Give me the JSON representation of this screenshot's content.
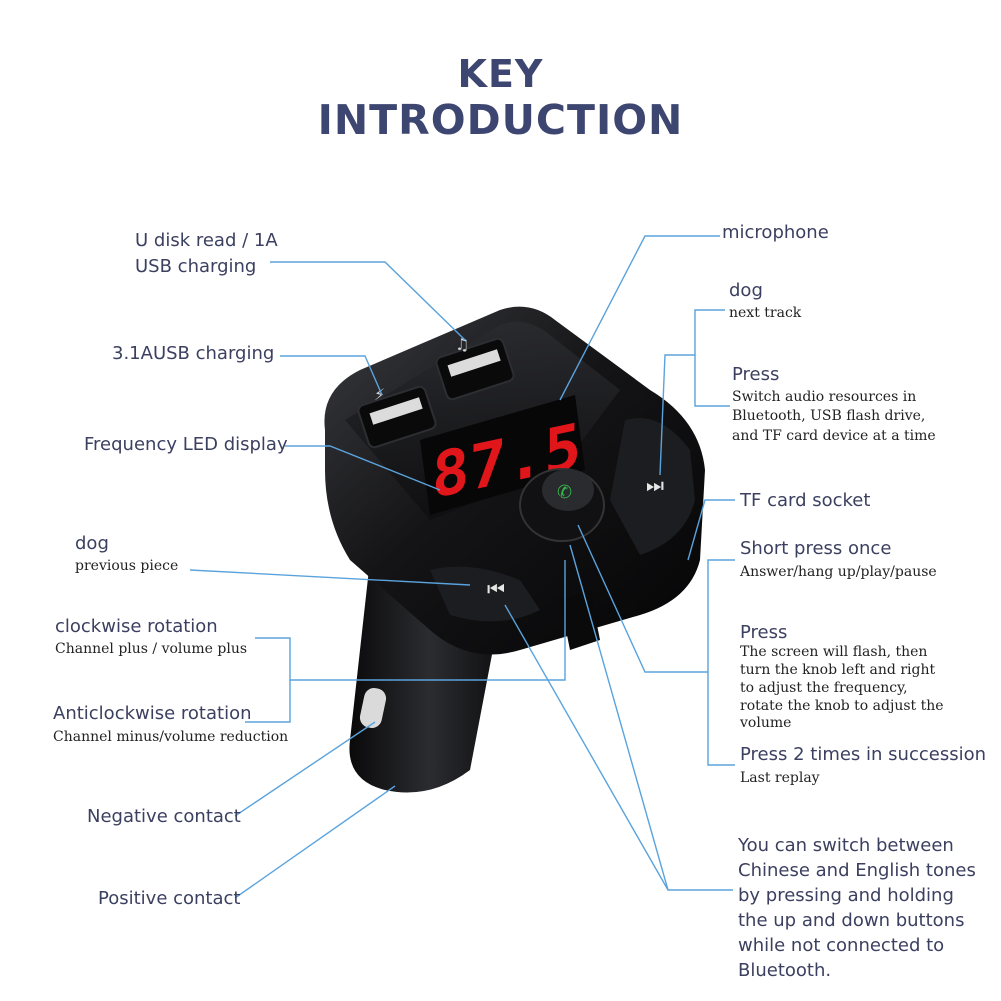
{
  "title": {
    "line1": "KEY",
    "line2": "INTRODUCTION"
  },
  "labels": {
    "usb_read": {
      "line1": "U disk read / 1A",
      "line2": "USB charging"
    },
    "usb_fast": "3.1AUSB charging",
    "freq_display": "Frequency LED display",
    "prev": {
      "title": "dog",
      "sub": "previous piece"
    },
    "cw": {
      "title": "clockwise rotation",
      "sub": "Channel plus / volume plus"
    },
    "acw": {
      "title": "Anticlockwise rotation",
      "sub": "Channel minus/volume reduction"
    },
    "neg": "Negative contact",
    "pos": "Positive contact",
    "mic": "microphone",
    "next": {
      "title": "dog",
      "sub": "next track"
    },
    "press_src": {
      "title": "Press",
      "sub1": "Switch audio resources in",
      "sub2": "Bluetooth, USB flash drive,",
      "sub3": "and TF card device at a time"
    },
    "tf": "TF card socket",
    "short_press": {
      "title": "Short press once",
      "sub": "Answer/hang up/play/pause"
    },
    "press_freq": {
      "title": "Press",
      "sub1": "The screen will flash, then",
      "sub2": " turn the knob left and right",
      "sub3": " to adjust the frequency,",
      "sub4": "rotate the knob to adjust the",
      "sub5": "volume"
    },
    "press2": {
      "title": "Press 2 times in succession",
      "sub": "Last replay"
    },
    "switch_lang": {
      "line1": "You can switch between",
      "line2": "Chinese and English tones",
      "line3": "by pressing and holding",
      "line4": "the up and down buttons",
      "line5": "while not connected to",
      "line6": "Bluetooth."
    }
  },
  "device": {
    "display_digits": "87.5"
  },
  "colors": {
    "leader": "#5aa3dd",
    "title": "#3d4670",
    "led": "#e0161b",
    "body": "#1a1a1c"
  }
}
